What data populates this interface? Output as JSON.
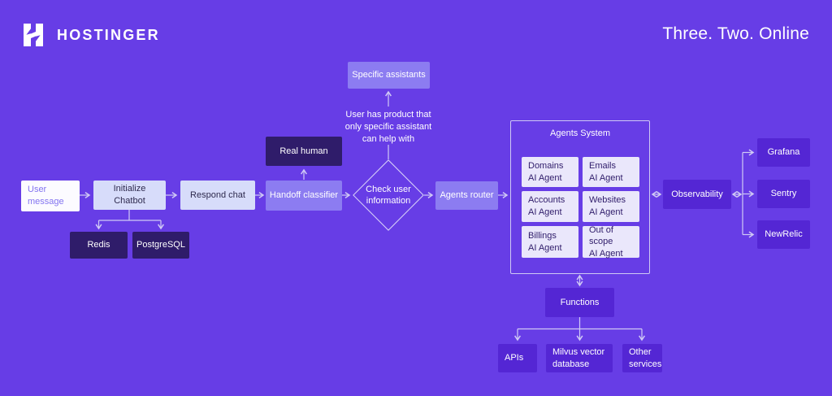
{
  "brand": {
    "name": "HOSTINGER",
    "tagline": "Three. Two. Online",
    "logo_icon": "hostinger-h-icon"
  },
  "colors": {
    "background": "#673DE6",
    "dark_node": "#2F1C6A",
    "light_node": "#D7DCFA",
    "pale_node": "#EAE7FB",
    "violet_node": "#8C7CF1",
    "deep_node": "#5426D4",
    "connector": "#D0CAF5"
  },
  "flow": {
    "user_message": "User\nmessage",
    "initialize_chatbot": "Initialize Chatbot",
    "respond_chat": "Respond chat",
    "redis": "Redis",
    "postgresql": "PostgreSQL",
    "handoff_classifier": "Handoff classifier",
    "real_human": "Real human",
    "check_user_information": "Check user\ninformation",
    "specific_assistants": "Specific assistants",
    "specific_note": "User has product that\nonly specific assistant\ncan help with",
    "agents_router": "Agents router",
    "agents_system_title": "Agents System",
    "agents": [
      "Domains\nAI Agent",
      "Emails\nAI Agent",
      "Accounts\nAI Agent",
      "Websites\nAI Agent",
      "Billings\nAI Agent",
      "Out of scope\nAI Agent"
    ],
    "observability": "Observability",
    "monitoring": [
      "Grafana",
      "Sentry",
      "NewRelic"
    ],
    "functions": "Functions",
    "services": [
      "APIs",
      "Milvus vector\ndatabase",
      "Other\nservices"
    ]
  }
}
